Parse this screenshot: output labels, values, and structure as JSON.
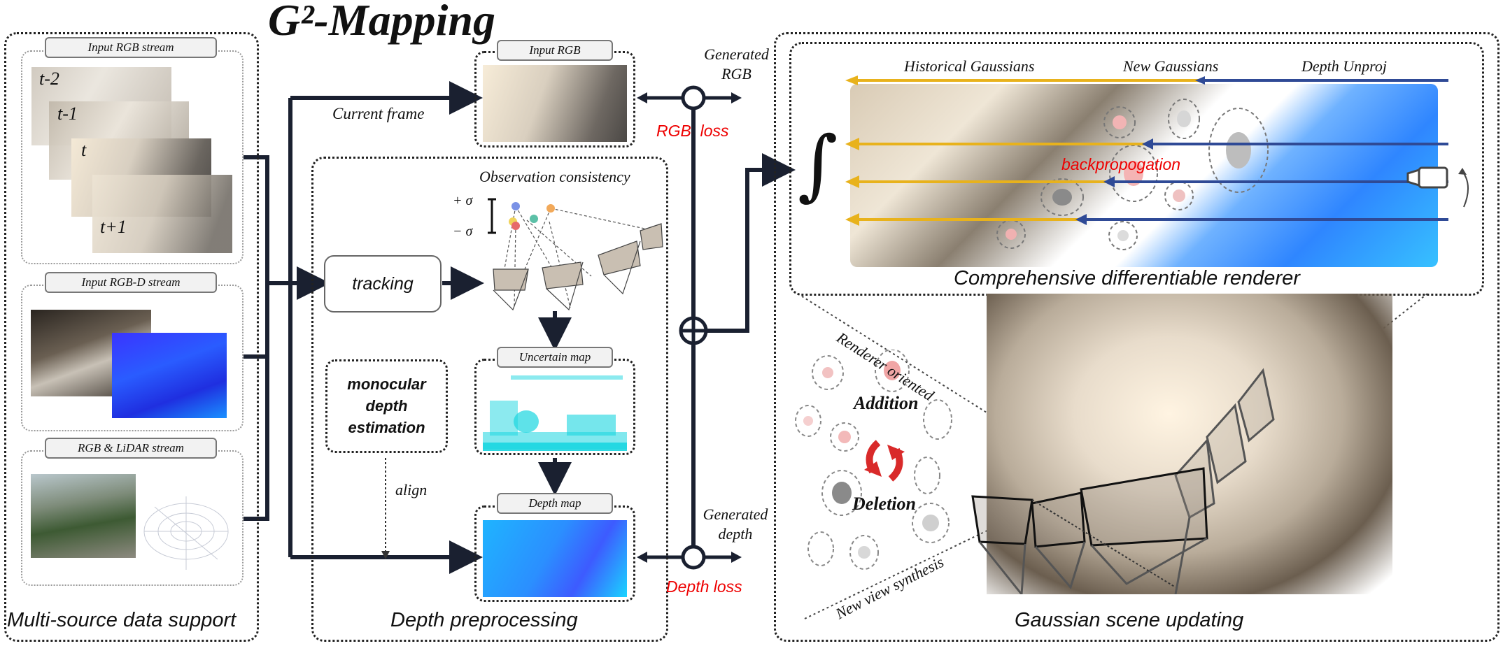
{
  "title": "G²-Mapping",
  "left": {
    "title": "Multi-source data support",
    "rgb_stream_label": "Input RGB stream",
    "rgbd_stream_label": "Input RGB-D stream",
    "lidar_stream_label": "RGB & LiDAR stream",
    "frame_labels": [
      "t-2",
      "t-1",
      "t",
      "t+1"
    ]
  },
  "middle": {
    "current_frame": "Current frame",
    "input_rgb_label": "Input RGB",
    "title": "Depth preprocessing",
    "observation_consistency": "Observation consistency",
    "tracking": "tracking",
    "mono_depth": "monocular depth estimation",
    "align": "align",
    "uncertain_map": "Uncertain map",
    "depth_map": "Depth map",
    "plus_sigma": "+ σ",
    "minus_sigma": "− σ"
  },
  "losses": {
    "generated_rgb": "Generated RGB",
    "rgb_loss": "RGB  loss",
    "generated_depth": "Generated depth",
    "depth_loss": "Depth loss"
  },
  "renderer": {
    "title": "Comprehensive differentiable renderer",
    "historical": "Historical Gaussians",
    "new": "New Gaussians",
    "unproj": "Depth Unproj",
    "backprop": "backpropogation",
    "integral": "∫"
  },
  "update": {
    "title": "Gaussian scene updating",
    "renderer_oriented": "Renderer oriented",
    "addition": "Addition",
    "deletion": "Deletion",
    "new_view": "New view synthesis"
  },
  "colors": {
    "yellow_arrow": "#e8b21c",
    "blue_arrow": "#2f4a96",
    "loss_red": "#e00000",
    "depth_blue": "#1aa0ff",
    "uncertain_cyan": "#19d6e0"
  }
}
